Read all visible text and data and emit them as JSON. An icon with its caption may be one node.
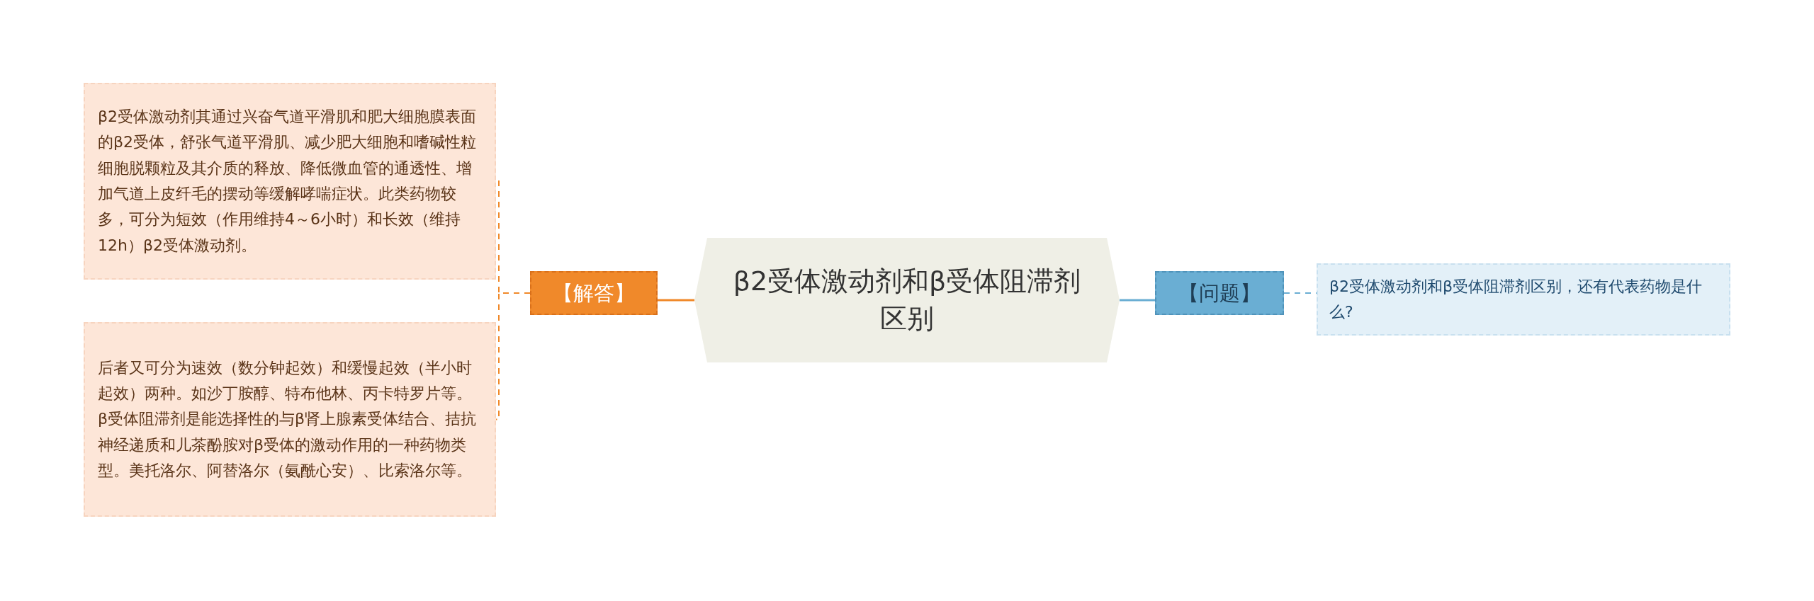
{
  "diagram": {
    "nodes": [
      {
        "text": [
          "β2受体激动剂和β受体阻滞剂区别"
        ]
      },
      {
        "text": [
          "【解答】"
        ]
      },
      {
        "text": [
          "β2受体激动剂其通过兴奋气道平滑肌和肥大细胞膜表面的β2受体，舒张气道平滑肌、减少肥大细胞和嗜碱性粒细胞脱颗粒及其介质的释放、降低微血管的通透性、增加气道上皮纤毛的摆动等缓解哮喘症状。此类药物较多，可分为短效（作用维持4～6小时）和长效（维持12h）β2受体激动剂。"
        ]
      },
      {
        "text": [
          "后者又可分为速效（数分钟起效）和缓慢起效（半小时起效）两种。如沙丁胺醇、特布他林、丙卡特罗片等。β受体阻滞剂是能选择性的与β肾上腺素受体结合、拮抗神经递质和儿茶酚胺对β受体的激动作用的一种药物类型。美托洛尔、阿替洛尔（氨酰心安）、比索洛尔等。"
        ]
      },
      {
        "text": [
          "【问题】"
        ]
      },
      {
        "text": [
          "β2受体激动剂和β受体阻滞剂区别，还有代表药物是什么?"
        ]
      }
    ],
    "edges": [
      {
        "from": 0,
        "to": 1,
        "arrow": "none"
      },
      {
        "from": 1,
        "to": 2,
        "arrow": "none",
        "style": "dashed"
      },
      {
        "from": 1,
        "to": 3,
        "arrow": "none",
        "style": "dashed"
      },
      {
        "from": 0,
        "to": 4,
        "arrow": "none",
        "color": "#6aaed3"
      },
      {
        "from": 4,
        "to": 5,
        "arrow": "none",
        "style": "dashed",
        "color": "#6aaed3"
      }
    ]
  }
}
